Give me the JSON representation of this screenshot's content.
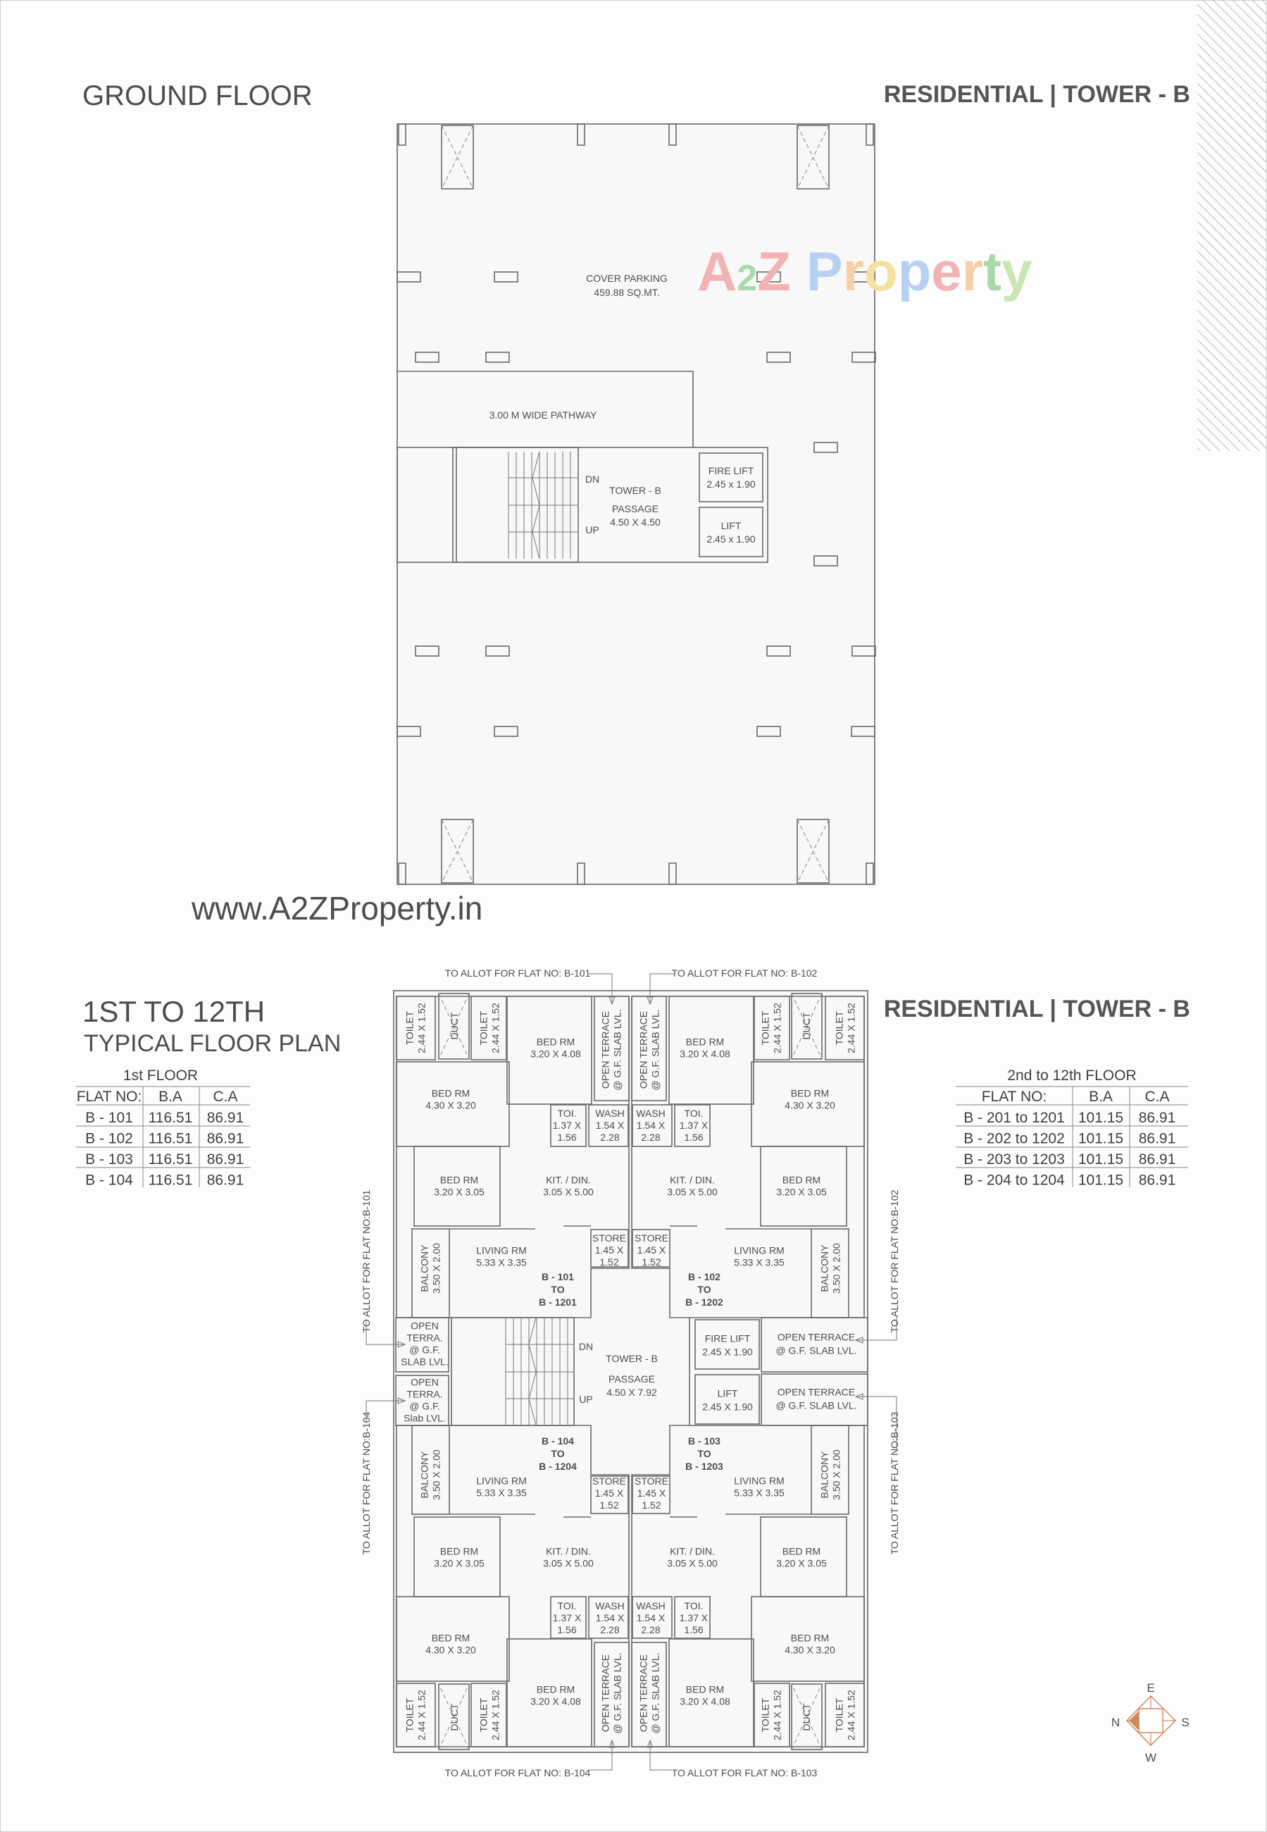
{
  "ground_floor": {
    "title": "GROUND FLOOR",
    "tag": "RESIDENTIAL | TOWER - B",
    "cover_parking": {
      "label": "COVER PARKING",
      "area": "459.88 SQ.MT."
    },
    "pathway": "3.00 M WIDE PATHWAY",
    "tower": "TOWER - B",
    "passage": {
      "label": "PASSAGE",
      "size": "4.50 X 4.50"
    },
    "dn": "DN",
    "up": "UP",
    "fire_lift": {
      "label": "FIRE LIFT",
      "size": "2.45 x 1.90"
    },
    "lift": {
      "label": "LIFT",
      "size": "2.45 x 1.90"
    }
  },
  "watermark": {
    "logo_text": "A2Z Property",
    "url": "www.A2ZProperty.in",
    "colors": [
      "#f2b3b5",
      "#a9d9ab",
      "#f2b3b5",
      "#ffffff",
      "#b7d1f3",
      "#f7cfa6",
      "#f6e0a0",
      "#b7d1f3",
      "#f2b3b5",
      "#f7cfa6",
      "#a9d9ab",
      "#c9e6b4"
    ]
  },
  "typical": {
    "title_line1": "1ST TO 12TH",
    "title_line2": "TYPICAL FLOOR PLAN",
    "tag": "RESIDENTIAL | TOWER - B",
    "first_floor_table": {
      "caption": "1st FLOOR",
      "headers": [
        "FLAT NO:",
        "B.A",
        "C.A"
      ],
      "rows": [
        [
          "B - 101",
          "116.51",
          "86.91"
        ],
        [
          "B - 102",
          "116.51",
          "86.91"
        ],
        [
          "B - 103",
          "116.51",
          "86.91"
        ],
        [
          "B - 104",
          "116.51",
          "86.91"
        ]
      ]
    },
    "upper_table": {
      "caption": "2nd to 12th FLOOR",
      "headers": [
        "FLAT NO:",
        "B.A",
        "C.A"
      ],
      "rows": [
        [
          "B - 201 to 1201",
          "101.15",
          "86.91"
        ],
        [
          "B - 202 to 1202",
          "101.15",
          "86.91"
        ],
        [
          "B - 203 to 1203",
          "101.15",
          "86.91"
        ],
        [
          "B - 204 to 1204",
          "101.15",
          "86.91"
        ]
      ]
    },
    "rooms": {
      "toilet": [
        "TOILET",
        "2.44 X 1.52"
      ],
      "duct": [
        "DUCT"
      ],
      "bed_large": [
        "BED RM",
        "3.20 X 4.08"
      ],
      "terrace": [
        "OPEN TERRACE",
        "@ G.F. SLAB LVL."
      ],
      "bed_master": [
        "BED RM",
        "4.30 X 3.20"
      ],
      "toi": [
        "TOI.",
        "1.37 X",
        "1.56"
      ],
      "wash": [
        "WASH",
        "1.54 X",
        "2.28"
      ],
      "bed_small": [
        "BED RM",
        "3.20 X 3.05"
      ],
      "kitchen": [
        "KIT. / DIN.",
        "3.05 X 5.00"
      ],
      "store": [
        "STORE",
        "1.45 X",
        "1.52"
      ],
      "balcony": [
        "BALCONY",
        "3.50 X 2.00"
      ],
      "living": [
        "LIVING RM",
        "5.33 X 3.35"
      ]
    },
    "flats": [
      [
        "B - 101",
        "TO",
        "B - 1201"
      ],
      [
        "B - 102",
        "TO",
        "B - 1202"
      ],
      [
        "B - 104",
        "TO",
        "B - 1204"
      ],
      [
        "B - 103",
        "TO",
        "B - 1203"
      ]
    ],
    "core": {
      "tower": "TOWER - B",
      "passage": "PASSAGE",
      "passage_size": "4.50 X 7.92",
      "dn": "DN",
      "up": "UP",
      "fire_lift": [
        "FIRE LIFT",
        "2.45 X 1.90"
      ],
      "lift": [
        "LIFT",
        "2.45 X 1.90"
      ],
      "terra_left_top": [
        "OPEN",
        "TERRA.",
        "@ G.F.",
        "SLAB LVL."
      ],
      "terra_left_bottom": [
        "OPEN",
        "TERRA.",
        "@ G.F.",
        "Slab LVL."
      ],
      "terrace_right_top": [
        "OPEN TERRACE",
        "@ G.F. SLAB LVL."
      ],
      "terrace_right_bottom": [
        "OPEN TERRACE",
        "@ G.F. SLAB LVL."
      ]
    },
    "allot": {
      "top_left": "TO ALLOT FOR FLAT NO: B-101",
      "top_right": "TO ALLOT FOR FLAT NO: B-102",
      "bottom_left": "TO ALLOT FOR FLAT NO: B-104",
      "bottom_right": "TO ALLOT FOR FLAT NO: B-103",
      "side_left_top": "TO ALLOT FOR FLAT NO:B-101",
      "side_left_bottom": "TO ALLOT FOR FLAT NO:B-104",
      "side_right_top": "TO ALLOT FOR FLAT NO:B-102",
      "side_right_bottom": "TO ALLOT FOR FLAT NO:B-103"
    }
  },
  "compass": {
    "north": "N",
    "south": "S",
    "east": "E",
    "west": "W",
    "accent": "#cf8a5c"
  }
}
